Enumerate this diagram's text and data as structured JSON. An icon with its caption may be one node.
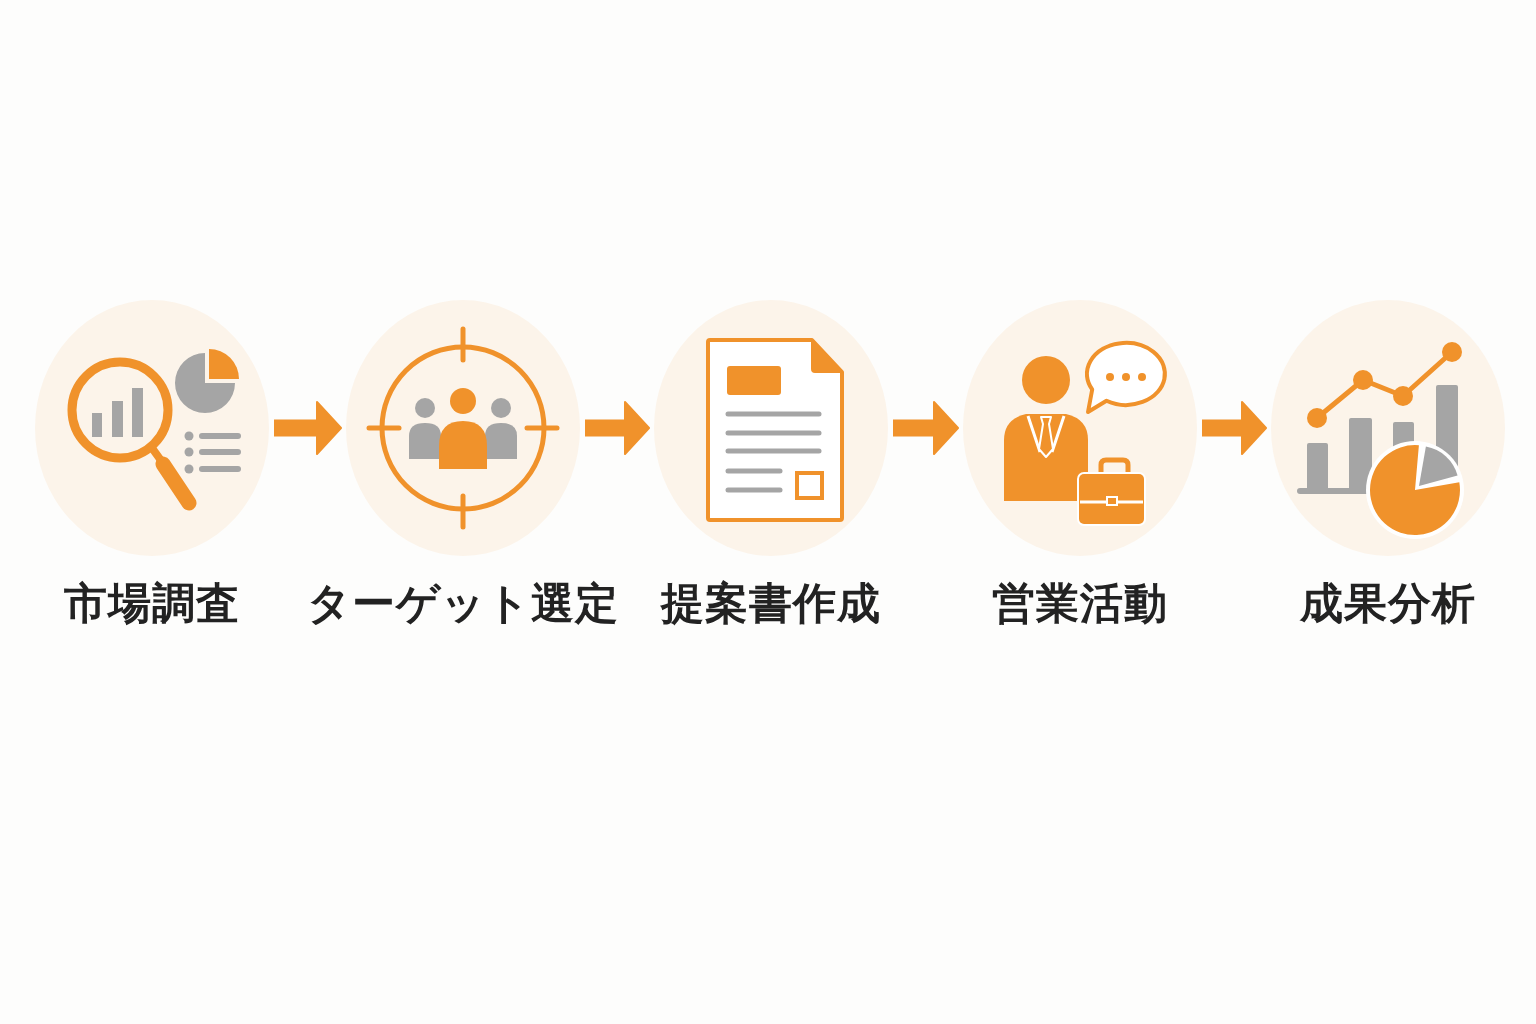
{
  "diagram": {
    "nodes": [
      {
        "text": [
          "市場調査"
        ]
      },
      {
        "text": [
          "ターゲット選定"
        ]
      },
      {
        "text": [
          "提案書作成"
        ]
      },
      {
        "text": [
          "営業活動"
        ]
      },
      {
        "text": [
          "成果分析"
        ]
      }
    ],
    "edges": [
      {
        "from": 0,
        "to": 1,
        "arrow": "to"
      },
      {
        "from": 1,
        "to": 2,
        "arrow": "to"
      },
      {
        "from": 2,
        "to": 3,
        "arrow": "to"
      },
      {
        "from": 3,
        "to": 4,
        "arrow": "to"
      }
    ]
  }
}
